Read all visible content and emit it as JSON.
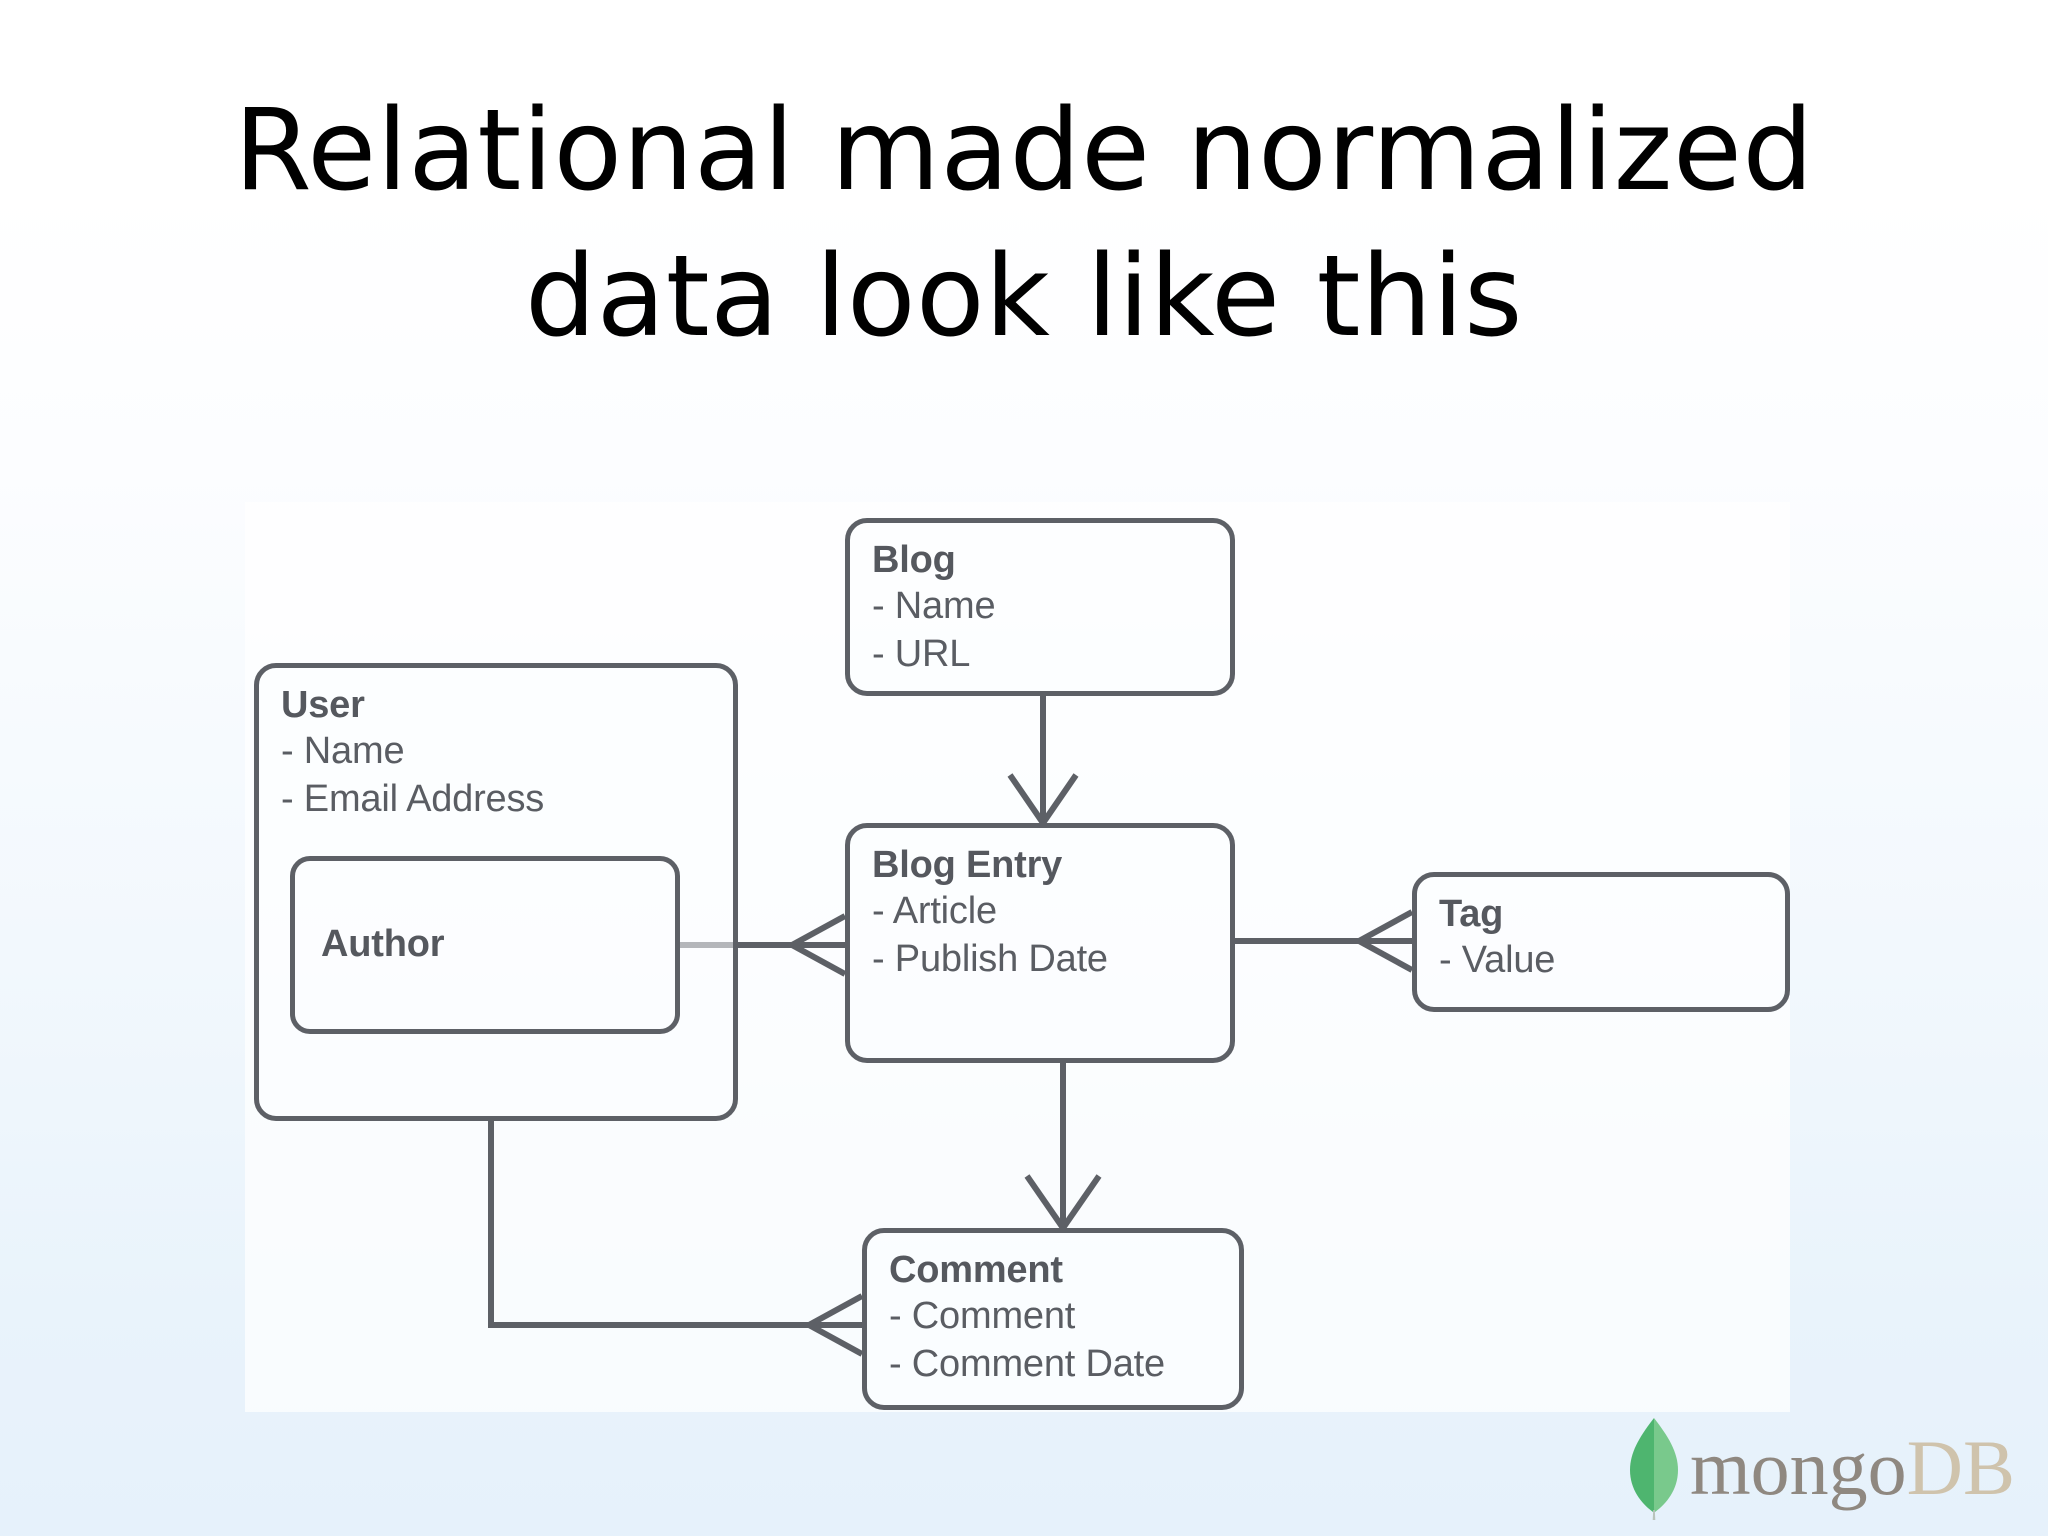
{
  "slide": {
    "title_line1": "Relational made normalized",
    "title_line2": "data look like this",
    "background_top": "#ffffff",
    "background_bottom": "#e6f1fb"
  },
  "diagram": {
    "type": "entity-relationship",
    "notation": "crows-foot",
    "line_color": "#5d6066",
    "text_color": "#55585e",
    "entities": [
      {
        "id": "blog",
        "title": "Blog",
        "fields": [
          "- Name",
          "- URL"
        ]
      },
      {
        "id": "user",
        "title": "User",
        "fields": [
          "- Name",
          "- Email Address"
        ],
        "nested": "author"
      },
      {
        "id": "author",
        "title": "Author",
        "fields": []
      },
      {
        "id": "blog-entry",
        "title": "Blog Entry",
        "fields": [
          "- Article",
          "- Publish Date"
        ]
      },
      {
        "id": "tag",
        "title": "Tag",
        "fields": [
          "- Value"
        ]
      },
      {
        "id": "comment",
        "title": "Comment",
        "fields": [
          "- Comment",
          "- Comment Date"
        ]
      }
    ],
    "relationships": [
      {
        "from": "blog-entry",
        "to": "blog",
        "marker_at": "blog-entry-side",
        "direction": "up"
      },
      {
        "from": "blog-entry",
        "to": "author",
        "marker_at": "author-side",
        "direction": "left"
      },
      {
        "from": "tag",
        "to": "blog-entry",
        "marker_at": "blog-entry-side",
        "direction": "left"
      },
      {
        "from": "comment",
        "to": "blog-entry",
        "marker_at": "comment-side",
        "direction": "up"
      },
      {
        "from": "comment",
        "to": "user",
        "marker_at": "comment-side",
        "direction": "left"
      }
    ]
  },
  "logo": {
    "word_primary": "mongo",
    "word_secondary": "DB",
    "leaf_color_light": "#8fd39a",
    "leaf_color_dark": "#4fb96e",
    "word_primary_color": "#8f8880",
    "word_secondary_color": "#cfc3ac"
  }
}
